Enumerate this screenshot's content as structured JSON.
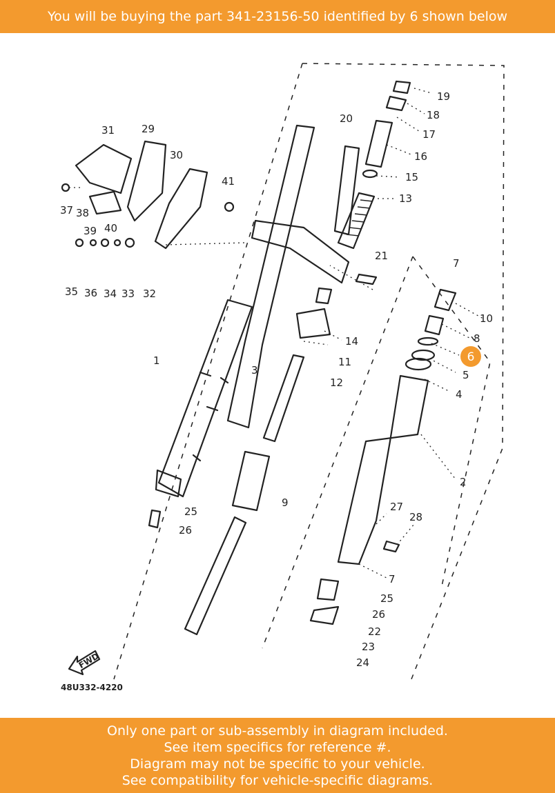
{
  "header": {
    "text": "You will be buying the part 341-23156-50 identified by 6 shown below"
  },
  "diagram": {
    "callouts": [
      "1",
      "2",
      "3",
      "4",
      "5",
      "7",
      "8",
      "9",
      "10",
      "11",
      "12",
      "13",
      "14",
      "15",
      "16",
      "17",
      "18",
      "19",
      "20",
      "21",
      "22",
      "23",
      "24",
      "25",
      "26",
      "27",
      "28",
      "29",
      "30",
      "31",
      "32",
      "33",
      "34",
      "35",
      "36",
      "37",
      "38",
      "39",
      "40",
      "41",
      "25",
      "26",
      "7"
    ],
    "highlight": "6",
    "highlight_color": "#f39a2e",
    "diagram_code": "48U332-4220",
    "fwd_label": "FWD"
  },
  "footer": {
    "lines": [
      "Only one part or sub-assembly in diagram included.",
      "See item specifics for reference #.",
      "Diagram may not be specific to your vehicle.",
      "See compatibility for vehicle-specific diagrams."
    ]
  },
  "colors": {
    "accent": "#f39a2e",
    "text_on_accent": "#ffffff"
  }
}
